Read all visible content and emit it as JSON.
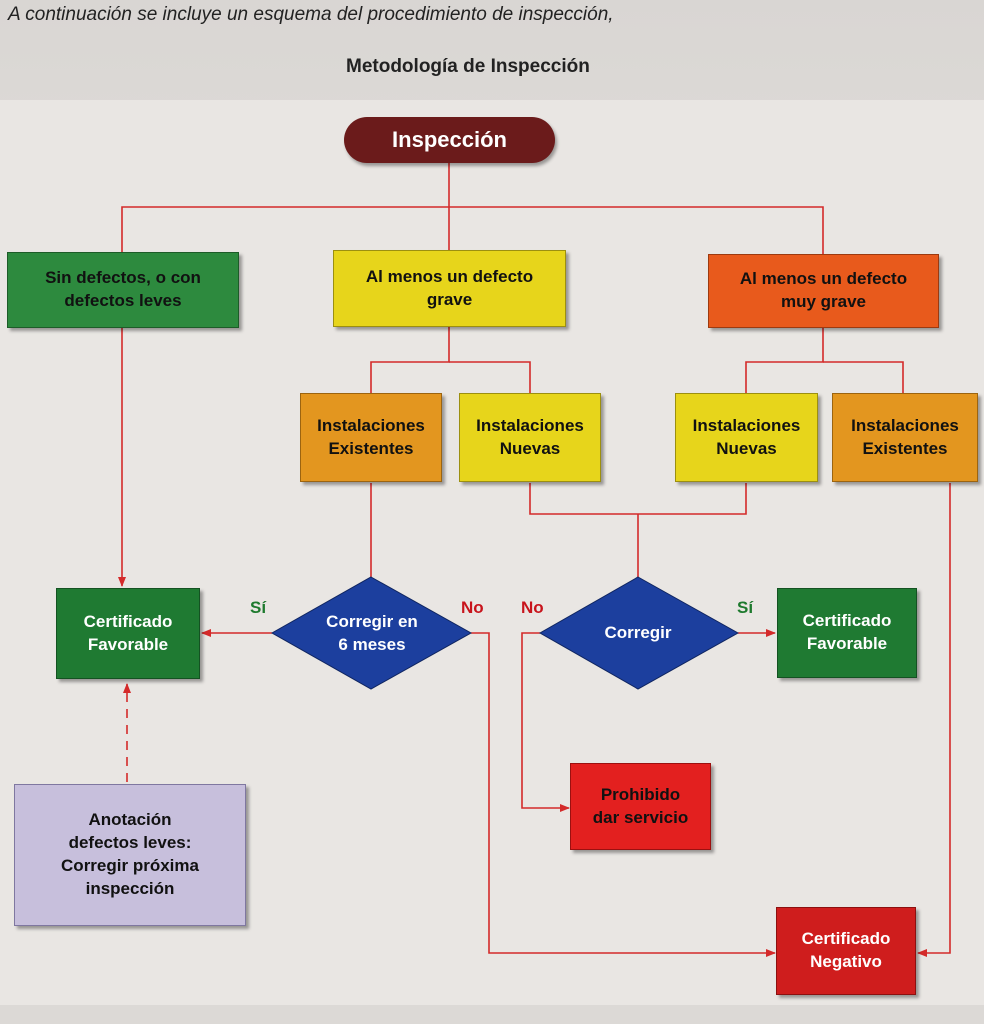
{
  "intro_text": "A continuación se incluye un esquema del procedimiento de inspección,",
  "title": "Metodología de Inspección",
  "nodes": {
    "inspeccion": "Inspección",
    "sin_defectos": "Sin defectos, o con\ndefectos leves",
    "defecto_grave": "Al menos un defecto\ngrave",
    "defecto_muy_grave": "Al menos un defecto\nmuy grave",
    "inst_existentes_1": "Instalaciones\nExistentes",
    "inst_nuevas_1": "Instalaciones\nNuevas",
    "inst_nuevas_2": "Instalaciones\nNuevas",
    "inst_existentes_2": "Instalaciones\nExistentes",
    "cert_favorable_1": "Certificado\nFavorable",
    "corregir_6_meses": "Corregir en\n6 meses",
    "corregir": "Corregir",
    "cert_favorable_2": "Certificado\nFavorable",
    "anotacion": "Anotación\ndefectos leves:\nCorregir próxima\ninspección",
    "prohibido": "Prohibido\ndar servicio",
    "cert_negativo": "Certificado\nNegativo"
  },
  "labels": {
    "si_left": "Sí",
    "no_left": "No",
    "no_right": "No",
    "si_right": "Sí"
  },
  "colors": {
    "connector": "#d42a2a",
    "diamond": "#1c3f9e",
    "root": "#6b1b1b"
  }
}
